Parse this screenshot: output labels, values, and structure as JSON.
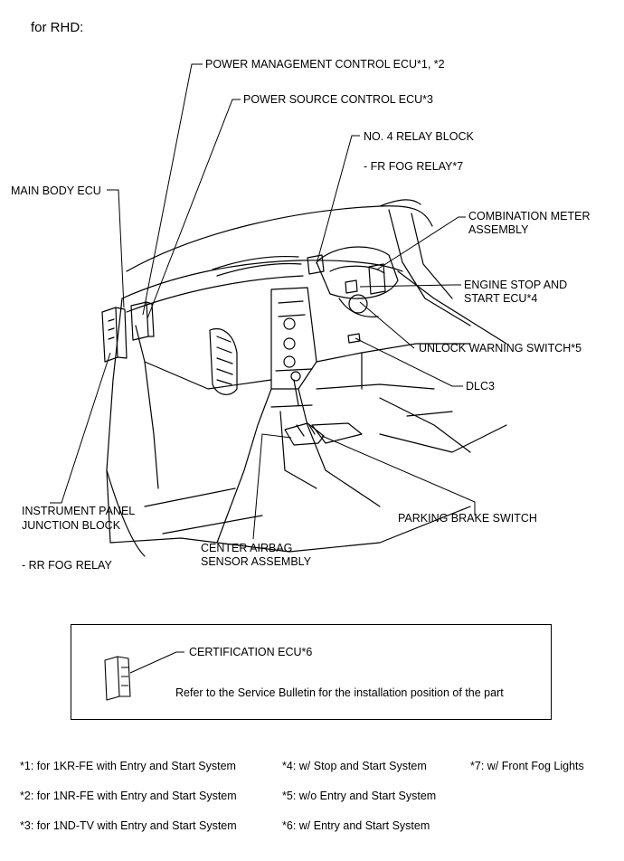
{
  "title": "for RHD:",
  "labels": {
    "pm_ecu": "POWER MANAGEMENT CONTROL ECU*1, *2",
    "ps_ecu": "POWER SOURCE CONTROL ECU*3",
    "relay4": "NO. 4 RELAY BLOCK",
    "fr_fog": "- FR FOG RELAY*7",
    "main_body": "MAIN BODY ECU",
    "combo_1": "COMBINATION METER",
    "combo_2": "ASSEMBLY",
    "engine_1": "ENGINE STOP AND",
    "engine_2": "START ECU*4",
    "unlock": "UNLOCK WARNING SWITCH*5",
    "dlc3": "DLC3",
    "ipjb_1": "INSTRUMENT PANEL",
    "ipjb_2": "JUNCTION BLOCK",
    "rr_fog": "- RR FOG RELAY",
    "parking": "PARKING BRAKE SWITCH",
    "airbag_1": "CENTER AIRBAG",
    "airbag_2": "SENSOR ASSEMBLY"
  },
  "inset": {
    "label": "CERTIFICATION ECU*6",
    "note": "Refer to the Service Bulletin for the installation position of the part"
  },
  "footnotes": [
    "*1: for 1KR-FE with Entry and Start System",
    "*2: for 1NR-FE with Entry and Start System",
    "*3: for 1ND-TV with Entry and Start System",
    "*4: w/ Stop and Start System",
    "*5: w/o Entry and Start System",
    "*6: w/ Entry and Start System",
    "*7: w/ Front Fog Lights"
  ]
}
